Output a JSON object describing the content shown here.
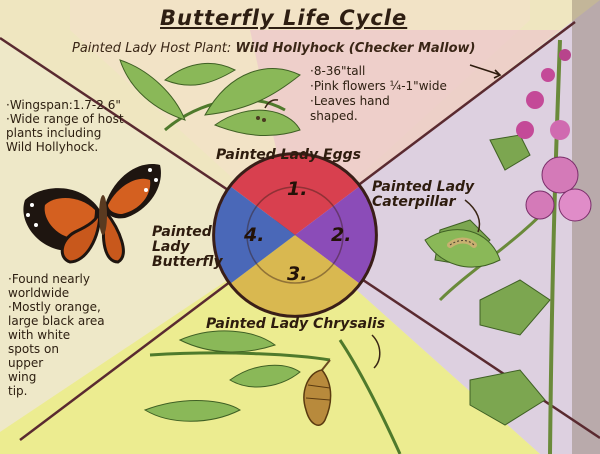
{
  "title": "Butterfly Life Cycle",
  "host_plant": {
    "prefix": "Painted Lady Host Plant:",
    "name": "Wild Hollyhock (Checker Mallow)",
    "notes": [
      "·8-36\"tall",
      "·Pink flowers ¼-1\"wide",
      "·Leaves hand",
      " shaped."
    ]
  },
  "stages": [
    {
      "number": "1.",
      "label": [
        "Painted Lady Eggs"
      ],
      "color": "#d8404f"
    },
    {
      "number": "2.",
      "label": [
        "Painted Lady",
        "Caterpillar"
      ],
      "color": "#8b4cb8"
    },
    {
      "number": "3.",
      "label": [
        "Painted Lady Chrysalis"
      ],
      "color": "#d9b850"
    },
    {
      "number": "4.",
      "label": [
        "Painted",
        "Lady",
        "Butterfly"
      ],
      "color": "#4a68b8"
    }
  ],
  "butterfly_notes": {
    "wingspan": [
      "·Wingspan:1.7-2.6\"",
      "·Wide range of host",
      " plants including",
      " Wild Hollyhock."
    ],
    "range": [
      "·Found nearly",
      " worldwide",
      "·Mostly orange,",
      " large black area",
      " with white",
      " spots on",
      " upper",
      " wing",
      " tip."
    ]
  },
  "icons": [
    "butterfly-illustration",
    "hollyhock-illustration",
    "chrysalis-illustration",
    "caterpillar-illustration",
    "eggs-leaf-illustration"
  ]
}
